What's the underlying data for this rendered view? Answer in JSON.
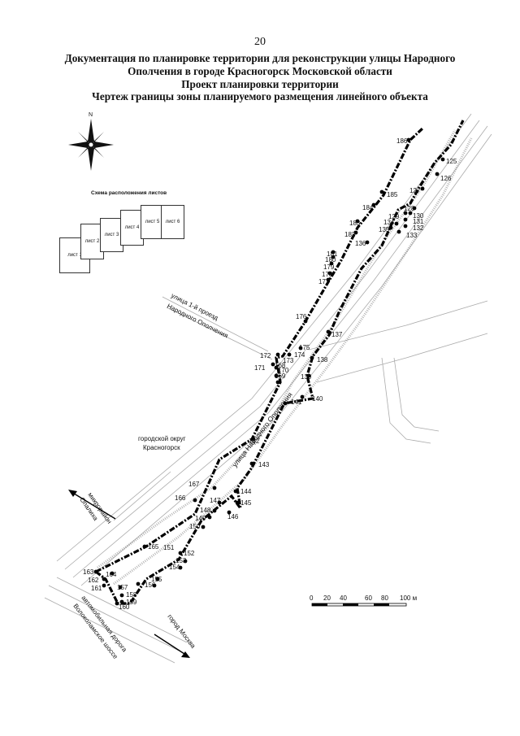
{
  "page_number": "20",
  "title_lines": [
    "Документация по планировке территории для реконструкции улицы Народного",
    "Ополчения в городе Красногорск Московской области",
    "Проект планировки территории",
    "Чертеж границы зоны планируемого размещения линейного объекта"
  ],
  "compass": {
    "north_label": "N",
    "icon": "compass-rose-icon"
  },
  "scheme": {
    "title": "Схема расположения листов",
    "sheets": [
      "лист 1",
      "лист 2",
      "лист 3",
      "лист 4",
      "лист 5",
      "лист 6"
    ]
  },
  "map_labels": {
    "street_1": "улица 1-й проезд",
    "street_1b": "Народного Ополчения",
    "street_main": "улица Народного Ополчения",
    "district": "городской округ",
    "district_b": "Красногорск",
    "micro_1": "микрорайон",
    "micro_2": "Опалиха",
    "city": "город Москва",
    "highway_1": "автомобильная дорога",
    "highway_2": "Волоколамское шоссе"
  },
  "points": [
    "125",
    "126",
    "127",
    "128",
    "129",
    "130",
    "131",
    "132",
    "133",
    "134",
    "135",
    "136",
    "137",
    "138",
    "139",
    "140",
    "141",
    "142",
    "143",
    "144",
    "145",
    "146",
    "147",
    "148",
    "149",
    "150",
    "151",
    "152",
    "153",
    "154",
    "155",
    "156",
    "157",
    "158",
    "159",
    "160",
    "161",
    "162",
    "163",
    "164",
    "165",
    "166",
    "167",
    "168",
    "169",
    "170",
    "171",
    "172",
    "173",
    "174",
    "175",
    "176",
    "177",
    "178",
    "179",
    "180",
    "181",
    "182",
    "183",
    "184",
    "185",
    "186"
  ],
  "scale_bar": {
    "ticks": [
      "0",
      "20",
      "40",
      "60",
      "80",
      "100 м"
    ]
  }
}
